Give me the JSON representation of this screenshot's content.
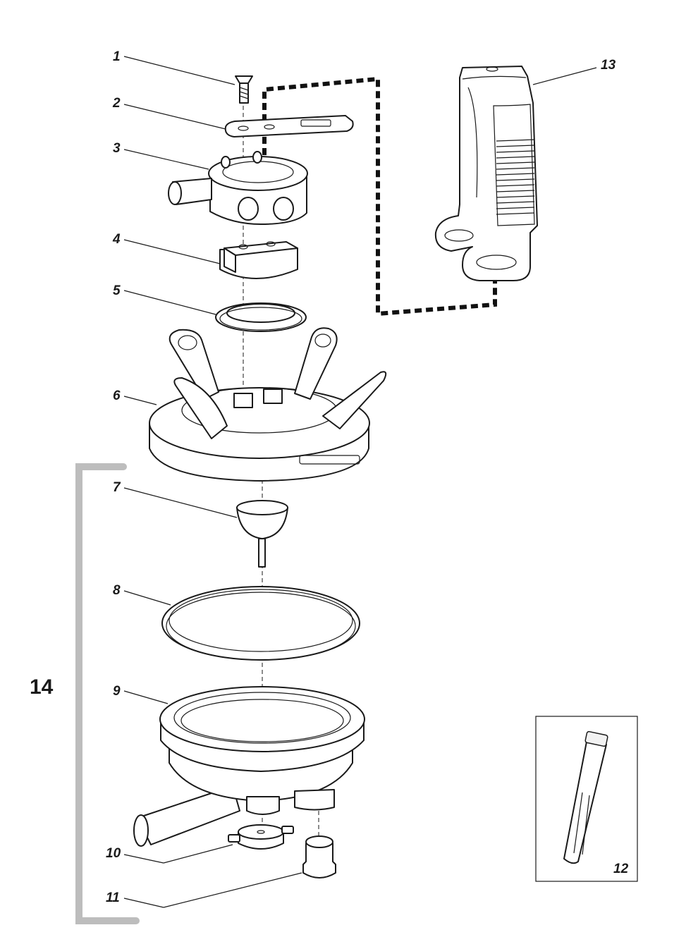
{
  "callouts": {
    "c1": "1",
    "c2": "2",
    "c3": "3",
    "c4": "4",
    "c5": "5",
    "c6": "6",
    "c7": "7",
    "c8": "8",
    "c9": "9",
    "c10": "10",
    "c11": "11",
    "c12": "12",
    "c13": "13"
  },
  "group": {
    "label": "14"
  }
}
